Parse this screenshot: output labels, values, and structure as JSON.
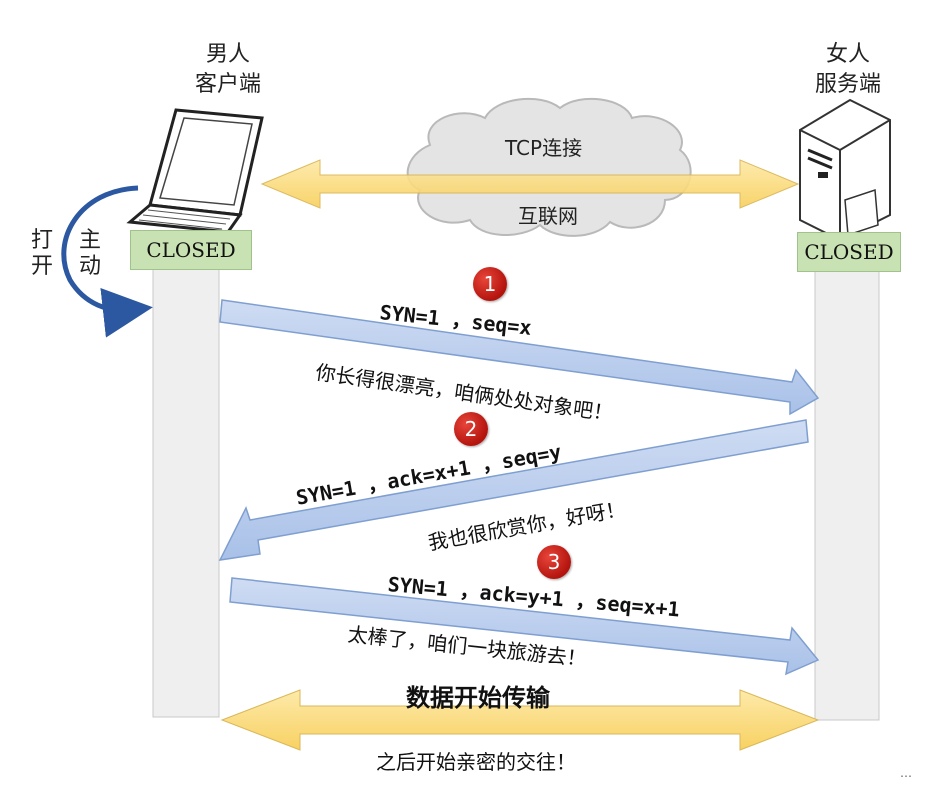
{
  "client": {
    "line1": "男人",
    "line2": "客户端",
    "state": "CLOSED"
  },
  "server": {
    "line1": "女人",
    "line2": "服务端",
    "state": "CLOSED"
  },
  "network": {
    "connection": "TCP连接",
    "internet": "互联网"
  },
  "active_open": {
    "col1": [
      "打",
      "开"
    ],
    "col2": [
      "主",
      "动"
    ]
  },
  "steps": [
    {
      "num": "1",
      "message": "SYN=1 ，seq=x",
      "note": "你长得很漂亮，咱俩处处对象吧！"
    },
    {
      "num": "2",
      "message": "SYN=1 ，ack=x+1 ，seq=y",
      "note": "我也很欣赏你，好呀！"
    },
    {
      "num": "3",
      "message": "SYN=1 ，ack=y+1 ，seq=x+1",
      "note": "太棒了，咱们一块旅游去！"
    }
  ],
  "data_transfer": {
    "title": "数据开始传输",
    "note": "之后开始亲密的交往！"
  },
  "watermark": "…",
  "colors": {
    "arrow_blue": "#b8cdee",
    "arrow_blue_stroke": "#7f9fd0",
    "arrow_yellow": "#fbd873",
    "state_green": "#c9e2b3",
    "step_red": "#c0170f",
    "curve_blue": "#2b58a0"
  }
}
